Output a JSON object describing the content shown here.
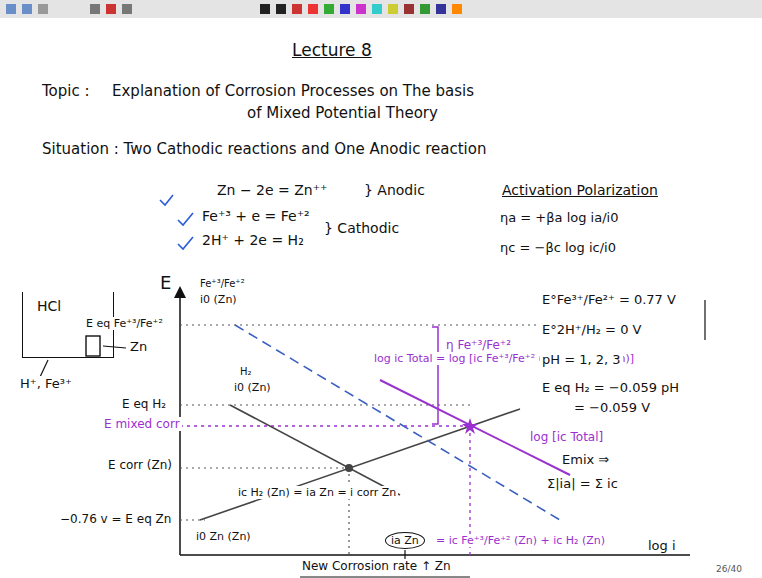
{
  "diagram": {
    "title": "Lecture 8",
    "nodes": [
      {
        "text": [
          "HCl"
        ]
      }
    ],
    "labels": [
      "Topic :",
      "Explanation of Corrosion Processes on The basis",
      "of Mixed Potential Theory",
      "Situation : Two Cathodic reactions and One Anodic reaction",
      "Zn − 2e = Zn⁺⁺",
      "} Anodic",
      "Fe⁺³ + e = Fe⁺²",
      "2H⁺ + 2e = H₂",
      "} Cathodic",
      "Activation Polarization",
      "ηa = +βa log ia/i0",
      "ηc = −βc log ic/i0",
      "Zn",
      "H⁺, Fe³⁺",
      "E",
      "E eq Fe⁺³/Fe⁺²",
      "E eq H₂",
      "E mixed corr",
      "E corr (Zn)",
      "−0.76 v = E eq Zn",
      "Fe⁺³/Fe⁺²",
      "i0 (Zn)",
      "H₂",
      "i0 (Zn)",
      "i0 Zn (Zn)",
      "η Fe⁺³/Fe⁺²",
      "log ic Total = log [ic Fe⁺³/Fe⁺² (Zn) + ic H₂ (Zn)]",
      "log [ic Total]",
      "ic H₂ (Zn) = ia Zn = i corr Zn",
      "ia Zn",
      "= ic Fe⁺³/Fe⁺² (Zn) + ic H₂ (Zn)",
      "log i",
      "New Corrosion rate ↑ Zn",
      "E°Fe³⁺/Fe²⁺ = 0.77 V",
      "E°2H⁺/H₂ = 0 V",
      "pH = 1, 2, 3",
      "E eq H₂ = −0.059 pH",
      "= −0.059 V",
      "Emix ⇒",
      "Σ|ia| = Σ ic",
      "26/40"
    ]
  }
}
